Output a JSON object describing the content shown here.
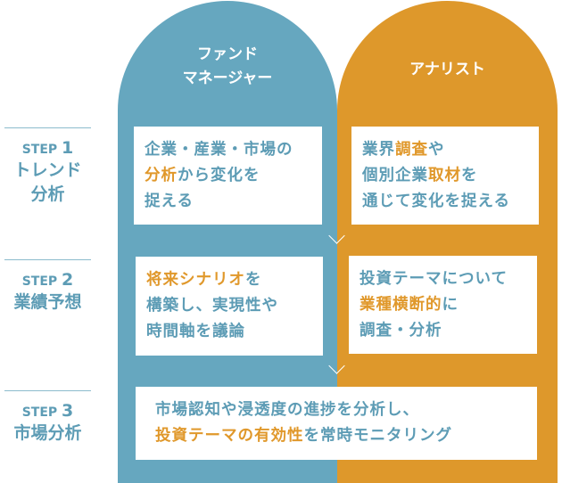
{
  "columns": {
    "manager": "ファンド\nマネージャー",
    "manager_lines": [
      "ファンド",
      "マネージャー"
    ],
    "analyst": "アナリスト"
  },
  "colors": {
    "blue": "#66a7bf",
    "orange": "#de982b",
    "text": "#5d9cb5",
    "highlight": "#e0982b"
  },
  "steps": [
    {
      "label": "STEP",
      "num": "1",
      "title_lines": [
        "トレンド",
        "分析"
      ]
    },
    {
      "label": "STEP",
      "num": "2",
      "title_lines": [
        "業績予想"
      ]
    },
    {
      "label": "STEP",
      "num": "3",
      "title_lines": [
        "市場分析"
      ]
    }
  ],
  "boxes": [
    {
      "id": "step1-manager",
      "lines": [
        [
          {
            "t": "企業・産業・市場の"
          }
        ],
        [
          {
            "t": "分析",
            "hl": true
          },
          {
            "t": "から変化を"
          }
        ],
        [
          {
            "t": "捉える"
          }
        ]
      ]
    },
    {
      "id": "step1-analyst",
      "lines": [
        [
          {
            "t": "業界"
          },
          {
            "t": "調査",
            "hl": true
          },
          {
            "t": "や"
          }
        ],
        [
          {
            "t": "個別企業"
          },
          {
            "t": "取材",
            "hl": true
          },
          {
            "t": "を"
          }
        ],
        [
          {
            "t": "通じて変化を捉える"
          }
        ]
      ]
    },
    {
      "id": "step2-manager",
      "lines": [
        [
          {
            "t": "将来シナリオ",
            "hl": true
          },
          {
            "t": "を"
          }
        ],
        [
          {
            "t": "構築し、実現性や"
          }
        ],
        [
          {
            "t": "時間軸を議論"
          }
        ]
      ]
    },
    {
      "id": "step2-analyst",
      "lines": [
        [
          {
            "t": "投資テーマについて"
          }
        ],
        [
          {
            "t": "業種横断的",
            "hl": true
          },
          {
            "t": "に"
          }
        ],
        [
          {
            "t": "調査・分析"
          }
        ]
      ]
    },
    {
      "id": "step3-joint",
      "lines": [
        [
          {
            "t": "市場認知や浸透度の進捗を分析し、"
          }
        ],
        [
          {
            "t": "投資テーマの有効性",
            "hl": true
          },
          {
            "t": "を常時モニタリング"
          }
        ]
      ]
    }
  ]
}
